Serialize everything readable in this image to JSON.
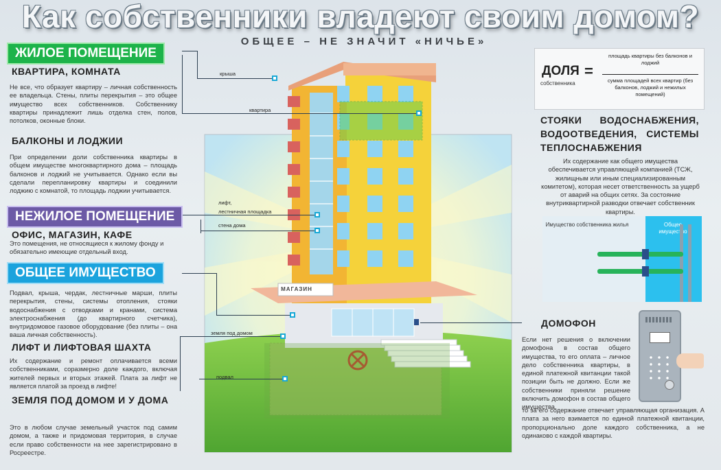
{
  "title": "Как собственники владеют своим домом?",
  "subtitle": "ОБЩЕЕ – НЕ ЗНАЧИТ «НИЧЬЕ»",
  "left": {
    "residential": {
      "badge": "ЖИЛОЕ ПОМЕЩЕНИЕ",
      "heading": "КВАРТИРА, КОМНАТА",
      "text": "Не все, что образует квартиру – личная собственность ее владельца. Стены, плиты перекрытия – это общее имущество всех собственников. Собственнику квартиры принадлежит лишь отделка стен, полов, потолков, оконные блоки."
    },
    "balconies": {
      "heading": "БАЛКОНЫ И ЛОДЖИИ",
      "text": "При определении доли собственника квартиры в общем имуществе многоквартирного дома – площадь балконов и лоджий не учитывается. Однако если вы сделали перепланировку квартиры и соединили лоджию с комнатой, то площадь лоджии учитывается."
    },
    "nonresidential": {
      "badge": "НЕЖИЛОЕ ПОМЕЩЕНИЕ",
      "heading": "ОФИС, МАГАЗИН, КАФЕ",
      "text": "Это помещения, не относящиеся к жилому фонду и обязательно имеющие отдельный вход."
    },
    "common": {
      "badge": "ОБЩЕЕ ИМУЩЕСТВО",
      "text": "Подвал, крыша, чердак, лестничные марши, плиты перекрытия, стены, системы отопления, стояки водоснабжения с отводками и кранами, система электроснабжения (до квартирного счетчика), внутридомовое газовое оборудование (без плиты – она ваша личная собственность)."
    },
    "elevator": {
      "heading": "ЛИФТ И ЛИФТОВАЯ ШАХТА",
      "text": "Их содержание и ремонт оплачивается всеми собственниками, соразмерно доле каждого, включая жителей первых и вторых этажей. Плата за лифт не является платой за проезд в лифте!"
    },
    "land": {
      "heading": "ЗЕМЛЯ ПОД ДОМОМ И У ДОМА",
      "text": "Это в любом случае земельный участок под самим домом, а также и придомовая территория, в случае если право собственности на нее зарегистрировано в Росреестре."
    }
  },
  "building": {
    "labels": {
      "roof": "крыша",
      "apartment": "квартира",
      "elevator": "лифт,",
      "stairwell": "лестничная площадка",
      "wall": "стена дома",
      "land": "земля под домом",
      "basement": "подвал"
    },
    "shop_sign": "МАГАЗИН"
  },
  "right": {
    "formula": {
      "label": "ДОЛЯ",
      "sublabel": "собственника",
      "equals": "=",
      "numerator": "площадь квартиры без балконов и лоджий",
      "denominator": "сумма площадей всех квартир (без балконов, лоджий и нежилых помещений)"
    },
    "risers": {
      "heading": "СТОЯКИ ВОДОСНАБЖЕНИЯ, ВОДООТВЕДЕНИЯ, СИСТЕМЫ ТЕПЛОСНАБЖЕНИЯ",
      "text": "Их содержание как общего имущества обеспечивается управляющей компанией (ТСЖ, жилищным или иным специализированным комитетом), которая несет ответственность за ущерб от аварий на общих сетях. За состояние внутриквартирной разводки отвечает собственник квартиры."
    },
    "pipes": {
      "owner_label": "Имущество собственника жилья",
      "common_label": "Общее имущество"
    },
    "intercom": {
      "heading": "ДОМОФОН",
      "text1": "Если нет решения о включении домофона в состав общего имущества, то его оплата – личное дело собственника квартиры, в единой платежной квитанции такой позиции быть не должно. Если же собственники приняли решение включить домофон в состав общего имущества,",
      "text2": "то за его содержание отвечает управляющая организация. А плата за него взимается по единой платежной квитанции, пропорционально доле каждого собственника, а не одинаково с каждой квартиры."
    }
  },
  "colors": {
    "green": "#1db34a",
    "purple": "#6c5aa6",
    "blue": "#1ba3dd",
    "facade_yellow": "#f5d23a",
    "facade_orange": "#f2b533",
    "balcony_red": "#d8625e",
    "window_blue": "#8fd3f2"
  }
}
